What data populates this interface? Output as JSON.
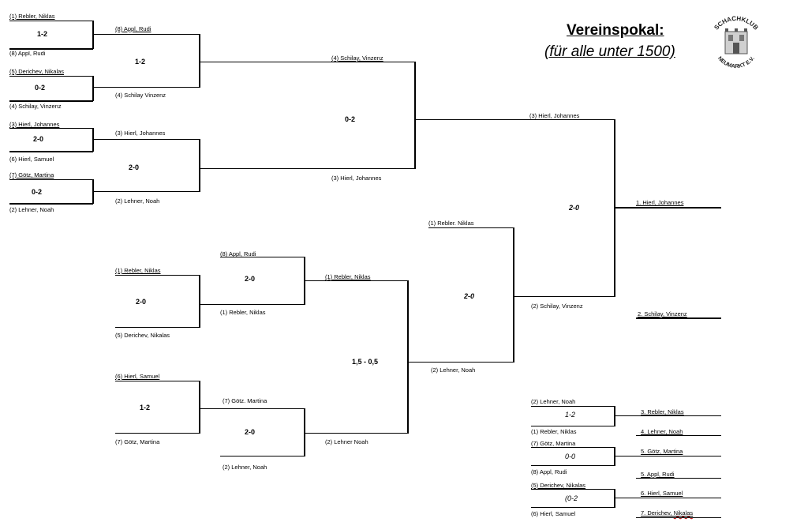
{
  "title": "Vereinspokal:",
  "subtitle": "(für alle unter 1500)",
  "logo": {
    "icon": "chess-club-seal-icon",
    "text_top": "SCHACHKLUB",
    "text_bottom": "NEUMARKT E.V."
  },
  "round1": {
    "m1": {
      "p1": "(1) Rebler, Niklas",
      "score": "1-2",
      "p2": "(8) Appl, Rudi"
    },
    "m2": {
      "p1": "(5) Derichev, Nikalas",
      "score": "0-2",
      "p2": "(4) Schilay, Vinzenz"
    },
    "m3": {
      "p1": "(3) Hierl, Johannes",
      "score": "2-0",
      "p2": "(6) Hierl, Samuel"
    },
    "m4": {
      "p1": "(7) Götz, Martina",
      "score": "0-2",
      "p2": "(2) Lehner, Noah"
    }
  },
  "round2": {
    "m1": {
      "p1": "(8) Appl, Rudi",
      "score": "1-2",
      "p2": "(4) Schilay Vinzenz"
    },
    "m2": {
      "p1": "(3) Hierl, Johannes",
      "score": "2-0",
      "p2": "(2) Lehner, Noah"
    }
  },
  "upper_semi": {
    "p1": "(4) Schilay, Vinzenz",
    "score": "0-2",
    "p2": "(3) Hierl, Johannes"
  },
  "lower_r1": {
    "m1": {
      "p1": "(1) Rebler, Niklas",
      "score": "2-0",
      "p2": "(5) Derichev, Nikalas"
    },
    "m2": {
      "p1": "(6) Hierl, Samuel",
      "score": "1-2",
      "p2": "(7) Götz, Martina"
    }
  },
  "lower_r2": {
    "m1": {
      "p1": "(8) Appl, Rudi",
      "score": "2-0",
      "p2": "(1) Rebler, Niklas"
    },
    "m2": {
      "p1": "(7) Götz. Martina",
      "score": "2-0",
      "p2": "(2) Lehner, Noah"
    }
  },
  "lower_r3": {
    "p1": "(1) Rebler, Niklas",
    "score": "1,5 - 0,5",
    "p2": "(2) Lehner Noah"
  },
  "lower_final": {
    "p1": "(1) Rebler. Niklas",
    "score": "2-0",
    "p2": "(2) Lehner, Noah"
  },
  "final": {
    "p1": "(3) Hierl, Johannes",
    "score": "2-0",
    "p2": "(2) Schilay, Vinzenz"
  },
  "placings": {
    "first": "1. Hierl, Johannes",
    "second": "2.  Schilay, Vinzenz",
    "third_match": {
      "p1": "(2) Lehner, Noah",
      "score": "1-2",
      "p2": "(1) Rebler, Niklas"
    },
    "fifth_match": {
      "p1": "(7) Götz, Martina",
      "score": "0-0",
      "p2": "(8) Appl, Rudi"
    },
    "sixth_match": {
      "p1": "(5) Derichev, Nikalas",
      "score": "(0-2",
      "p2": "(6) Hierl, Samuel"
    },
    "list": [
      "3.  Rebler, Niklas",
      "4.  Lehner, Noah",
      "5.  Götz, Martina",
      "5.  Appl, Rudi",
      "6.  Hierl, Samuel",
      "7.  Derichev,"
    ],
    "list_last_suffix": "Nikalas"
  }
}
